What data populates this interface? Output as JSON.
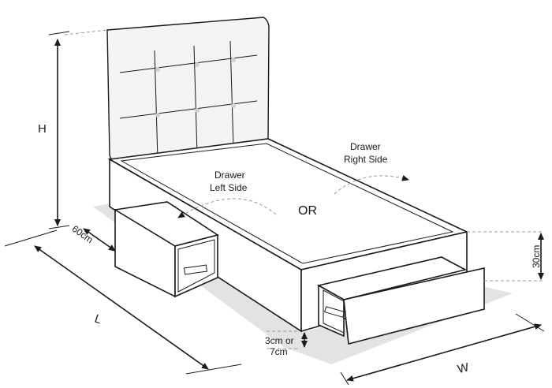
{
  "labels": {
    "height": "H",
    "length": "L",
    "width": "W",
    "depth": "60cm",
    "base_height": "30cm",
    "clearance_line1": "3cm or",
    "clearance_line2": "7cm",
    "drawer_left_line1": "Drawer",
    "drawer_left_line2": "Left Side",
    "drawer_right_line1": "Drawer",
    "drawer_right_line2": "Right Side",
    "or": "OR"
  },
  "icons": {
    "dimension_arrows": "double-headed-arrow",
    "drawer_direction": "curved-dashed-arrow"
  }
}
